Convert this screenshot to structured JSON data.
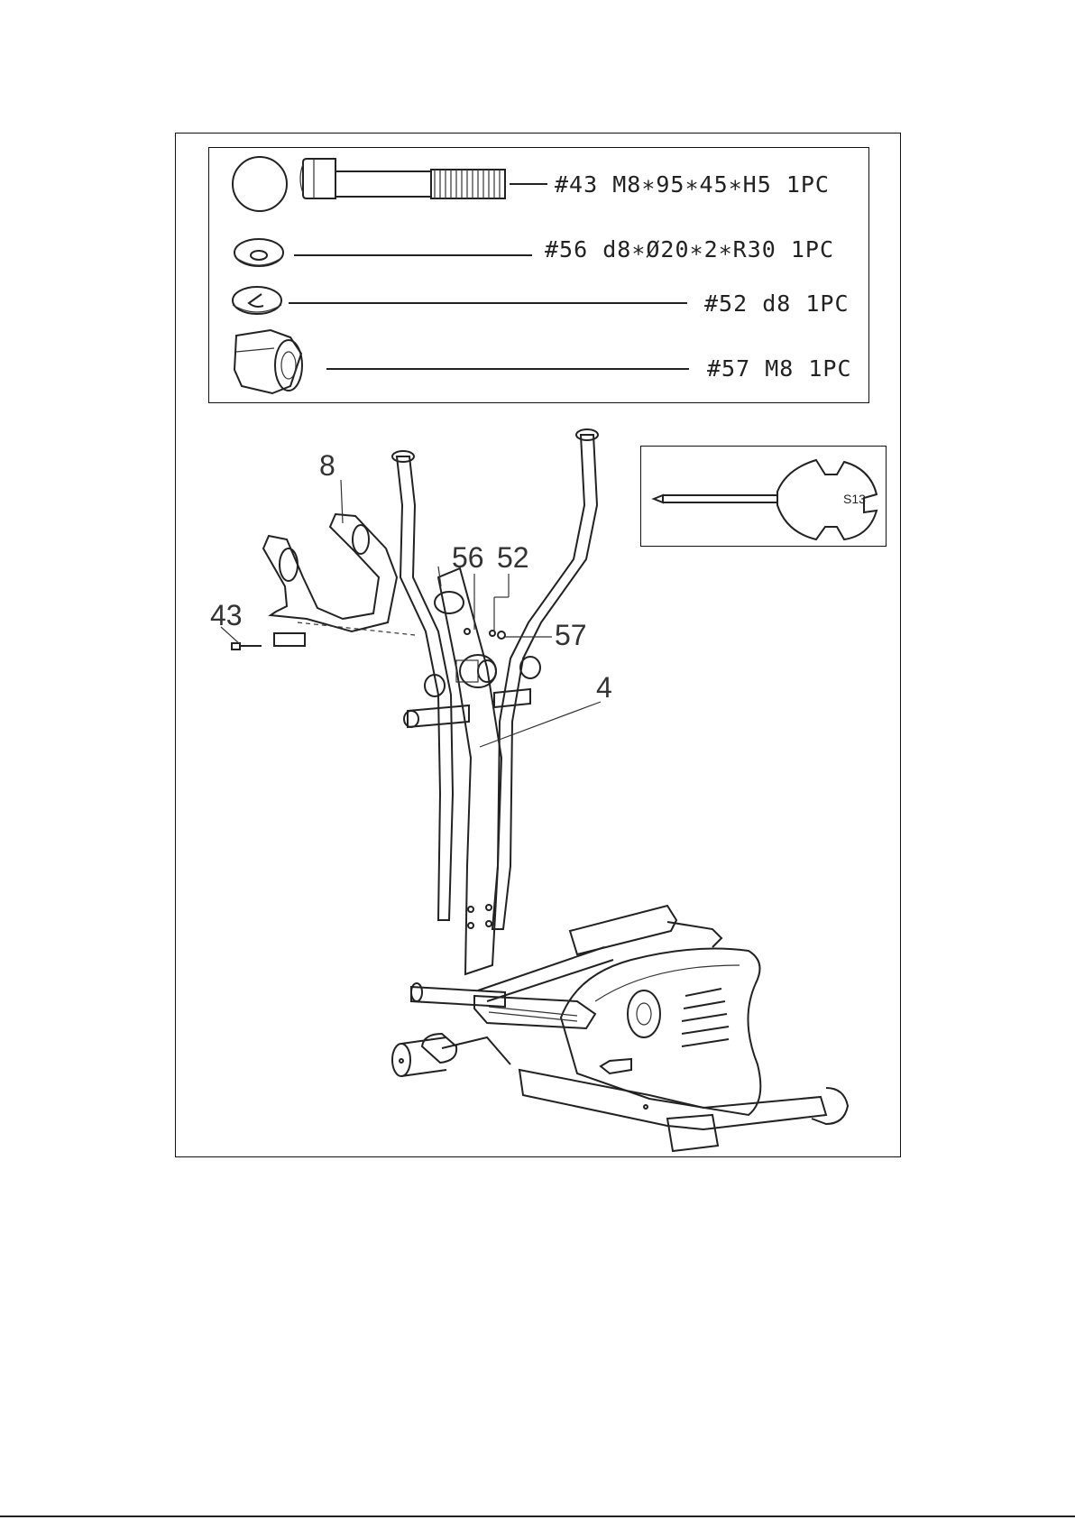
{
  "parts": [
    {
      "id": "43",
      "label": "#43 M8∗95∗45∗H5 1PC"
    },
    {
      "id": "56",
      "label": "#56 d8∗Ø20∗2∗R30 1PC"
    },
    {
      "id": "52",
      "label": "#52 d8 1PC"
    },
    {
      "id": "57",
      "label": "#57 M8 1PC"
    }
  ],
  "tool": {
    "size_label": "S13"
  },
  "callouts": {
    "c8": "8",
    "c43": "43",
    "c56": "56",
    "c52": "52",
    "c57": "57",
    "c4": "4"
  }
}
